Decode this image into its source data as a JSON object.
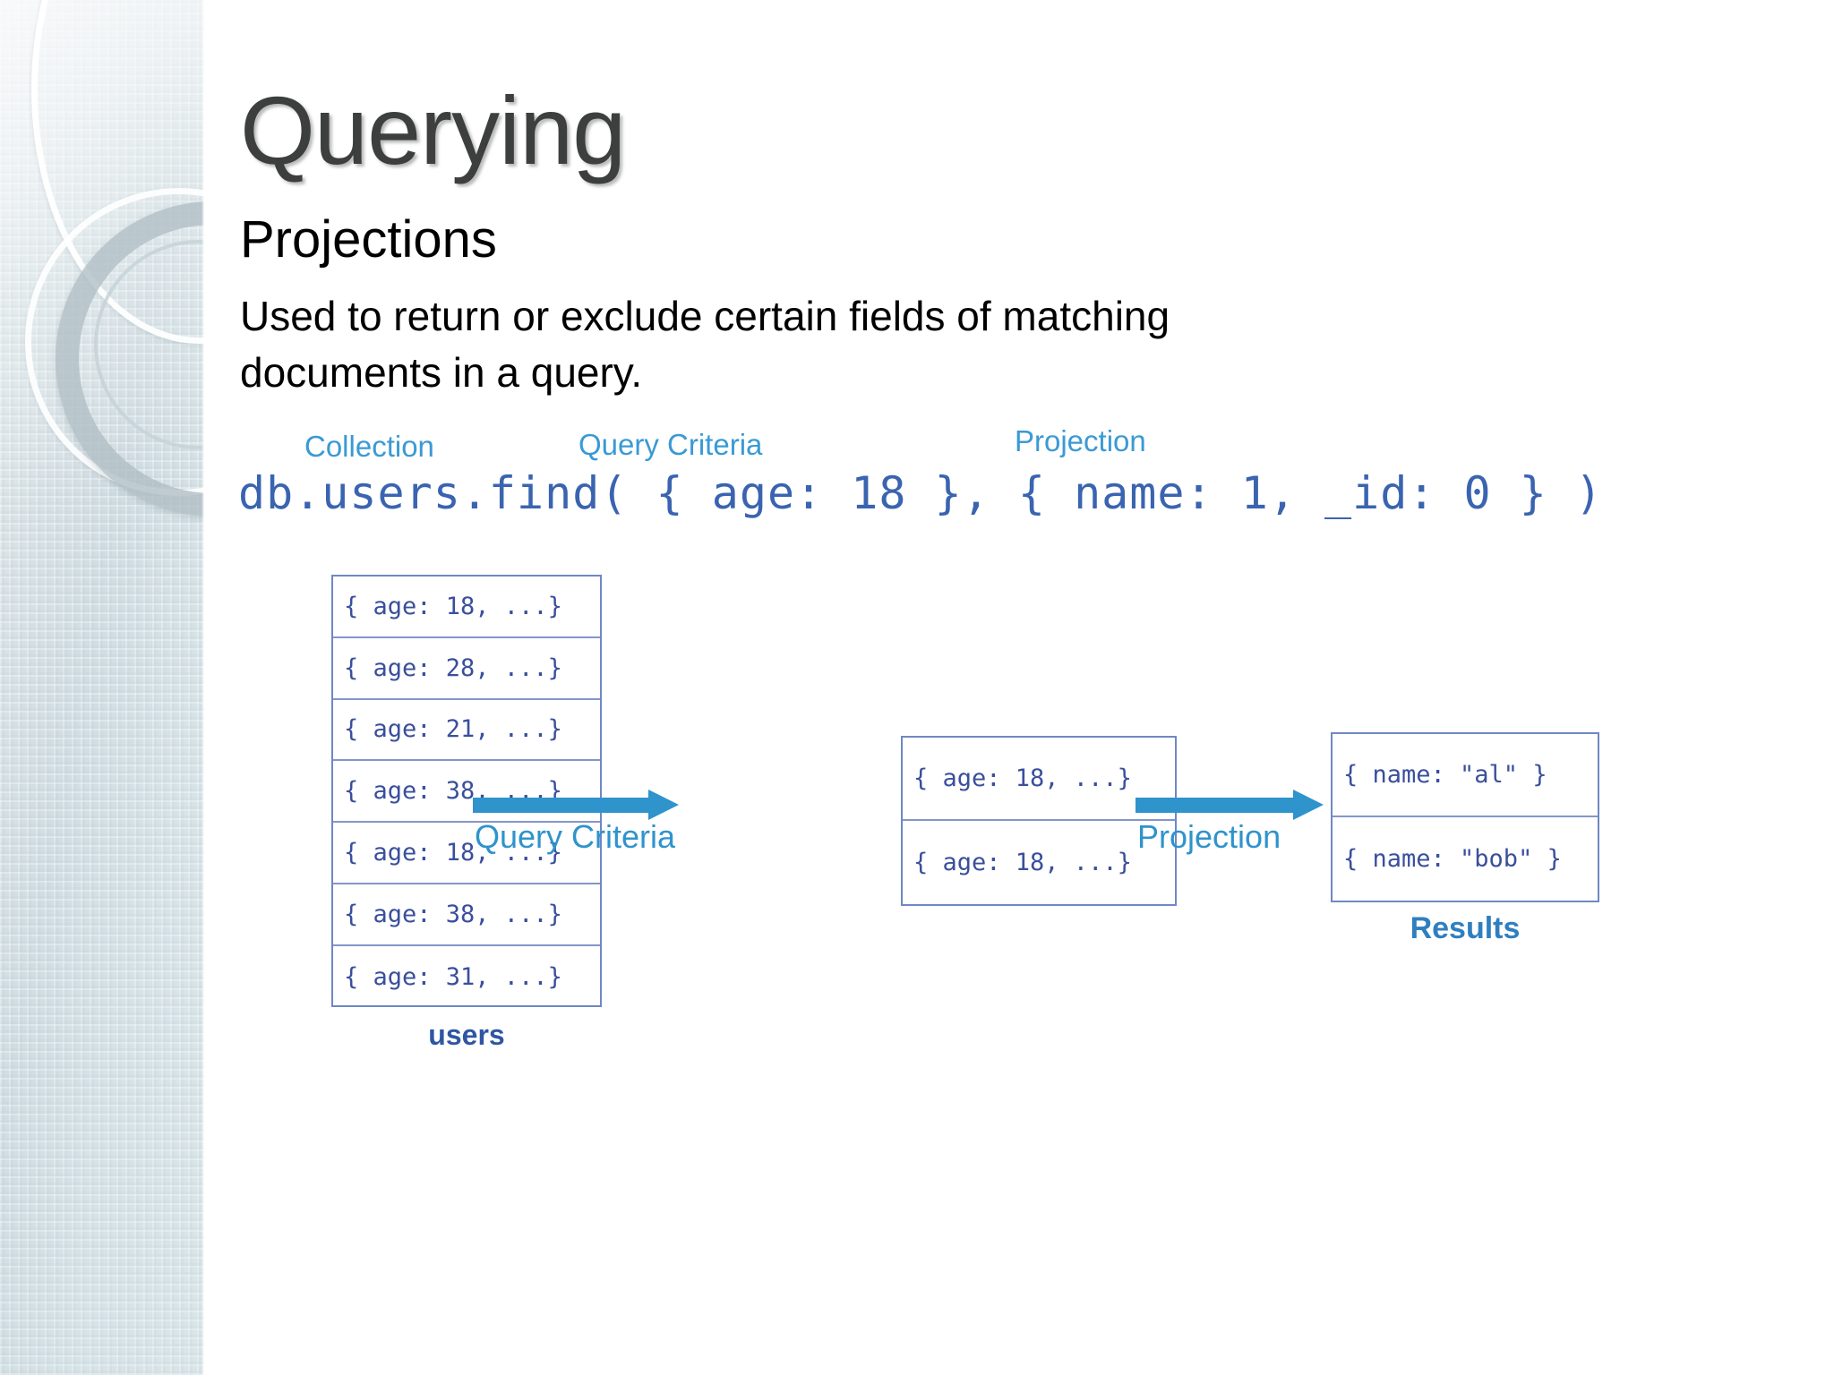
{
  "slide": {
    "title": "Querying",
    "subtitle": "Projections",
    "body": "Used to return or exclude certain fields of matching documents in a query."
  },
  "colors": {
    "title_text": "#3c3f3d",
    "code_blue": "#3a64b0",
    "label_blue": "#3a9ad4",
    "arrow_blue": "#2f93cc",
    "box_border": "#6f87c4",
    "sidebar_base": "#d6e2e6"
  },
  "diagram": {
    "query_line": "db.users.find( { age: 18 }, { name: 1, _id: 0 } )",
    "callouts": {
      "collection": "Collection",
      "query_criteria": "Query Criteria",
      "projection": "Projection"
    },
    "collection": {
      "name_label": "users",
      "documents": [
        "{ age: 18, ...}",
        "{ age: 28, ...}",
        "{ age: 21, ...}",
        "{ age: 38, ...}",
        "{ age: 18, ...}",
        "{ age: 38, ...}",
        "{ age: 31, ...}"
      ]
    },
    "arrow_query_caption": "Query Criteria",
    "matched": {
      "documents": [
        "{ age: 18, ...}",
        "{ age: 18, ...}"
      ]
    },
    "arrow_projection_caption": "Projection",
    "results": {
      "label": "Results",
      "documents": [
        "{ name: \"al\" }",
        "{ name: \"bob\" }"
      ]
    }
  }
}
